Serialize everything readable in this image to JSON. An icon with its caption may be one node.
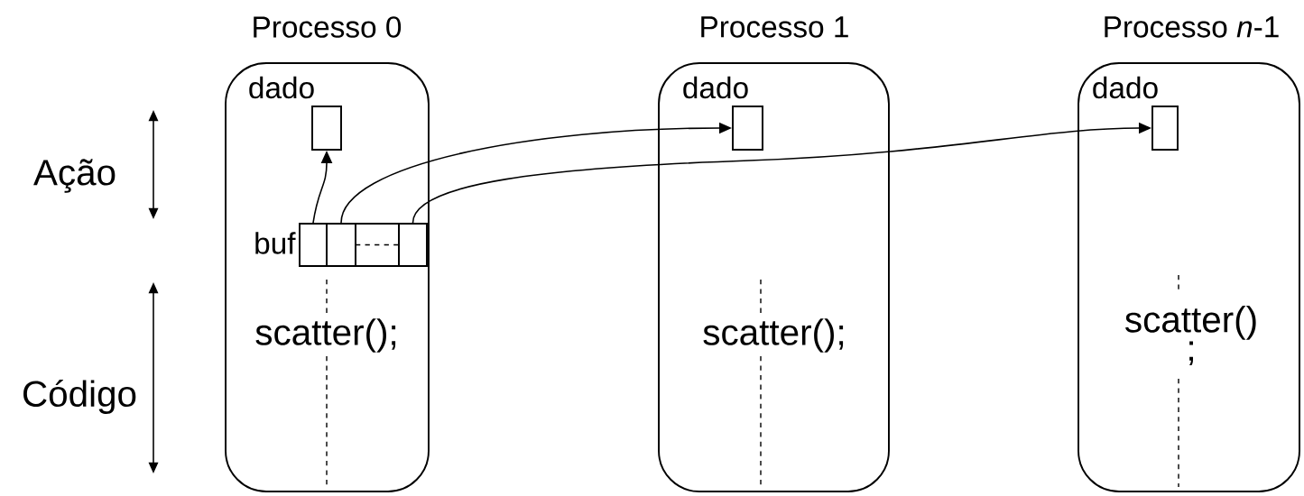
{
  "diagram": {
    "nodes": [
      {
        "text": [
          "Processo 0",
          "dado",
          "scatter();"
        ]
      },
      {
        "text": [],
        "shape": "box",
        "in": 0
      },
      {
        "text": [],
        "shape": "box",
        "in": 0,
        "beside": [
          "buf"
        ]
      },
      {
        "text": [],
        "shape": "box",
        "in": 0
      },
      {
        "text": [],
        "shape": "box",
        "in": 0
      },
      {
        "text": [],
        "shape": "box",
        "in": 0
      },
      {
        "text": [
          "Processo 1",
          "dado",
          "scatter();"
        ]
      },
      {
        "text": [],
        "shape": "box",
        "in": 6
      },
      {
        "text": [
          "Processo *n*-1",
          "dado",
          "scatter() ;"
        ]
      },
      {
        "text": [],
        "shape": "box",
        "in": 8
      }
    ],
    "edges": [
      {
        "from": 2,
        "to": 1,
        "arrow": "to"
      },
      {
        "from": 3,
        "to": 7,
        "arrow": "to"
      },
      {
        "from": 5,
        "to": 9,
        "arrow": "to"
      }
    ],
    "labels": [
      "Ação",
      "Código"
    ]
  }
}
